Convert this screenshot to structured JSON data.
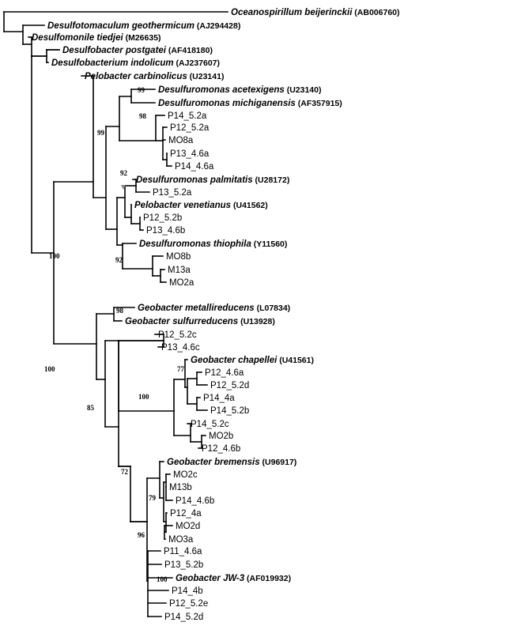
{
  "tree": {
    "leaves": [
      {
        "species": "Oceanospirillum beijerinckii",
        "accession": "(AB006760)"
      },
      {
        "species": "Desulfotomaculum geothermicum",
        "accession": "(AJ294428)"
      },
      {
        "species": "Desulfomonile tiedjei",
        "accession": "(M26635)"
      },
      {
        "species": "Desulfobacter postgatei",
        "accession": "(AF418180)"
      },
      {
        "species": "Desulfobacterium indolicum",
        "accession": "(AJ237607)"
      },
      {
        "species": "Pelobacter carbinolicus",
        "accession": "(U23141)"
      },
      {
        "species": "Desulfuromonas acetexigens",
        "accession": "(U23140)"
      },
      {
        "species": "Desulfuromonas michiganensis",
        "accession": "(AF357915)"
      },
      {
        "clone": "P14_5.2a"
      },
      {
        "clone": "P12_5.2a"
      },
      {
        "clone": "MO8a"
      },
      {
        "clone": "P13_4.6a"
      },
      {
        "clone": "P14_4.6a"
      },
      {
        "species": "Desulfuromonas palmitatis",
        "accession": "(U28172)"
      },
      {
        "clone": "P13_5.2a"
      },
      {
        "species": "Pelobacter venetianus",
        "accession": "(U41562)"
      },
      {
        "clone": "P12_5.2b"
      },
      {
        "clone": "P13_4.6b"
      },
      {
        "species": "Desulfuromonas thiophila",
        "accession": "(Y11560)"
      },
      {
        "clone": "MO8b"
      },
      {
        "clone": "M13a"
      },
      {
        "clone": "MO2a"
      },
      {
        "species": "Geobacter metallireducens",
        "accession": "(L07834)"
      },
      {
        "species": "Geobacter sulfurreducens",
        "accession": "(U13928)"
      },
      {
        "clone": "P12_5.2c"
      },
      {
        "clone": "P13_4.6c"
      },
      {
        "species": "Geobacter chapellei",
        "accession": "(U41561)"
      },
      {
        "clone": "P12_4.6a"
      },
      {
        "clone": "P12_5.2d"
      },
      {
        "clone": "P14_4a"
      },
      {
        "clone": "P14_5.2b"
      },
      {
        "clone": "P14_5.2c"
      },
      {
        "clone": "MO2b"
      },
      {
        "clone": "P12_4.6b"
      },
      {
        "species": "Geobacter bremensis",
        "accession": "(U96917)"
      },
      {
        "clone": "MO2c"
      },
      {
        "clone": "M13b"
      },
      {
        "clone": "P14_4.6b"
      },
      {
        "clone": "P12_4a"
      },
      {
        "clone": "MO2d"
      },
      {
        "clone": "MO3a"
      },
      {
        "clone": "P11_4.6a"
      },
      {
        "clone": "P13_5.2b"
      },
      {
        "species": "Geobacter JW-3",
        "accession": "(AF019932)"
      },
      {
        "clone": "P14_4b"
      },
      {
        "clone": "P12_5.2e"
      },
      {
        "clone": "P14_5.2d"
      }
    ],
    "bootstrap": [
      "99",
      "99",
      "98",
      "92",
      "92",
      "100",
      "98",
      "100",
      "77",
      "85",
      "100",
      "72",
      "79",
      "96",
      "100"
    ]
  }
}
